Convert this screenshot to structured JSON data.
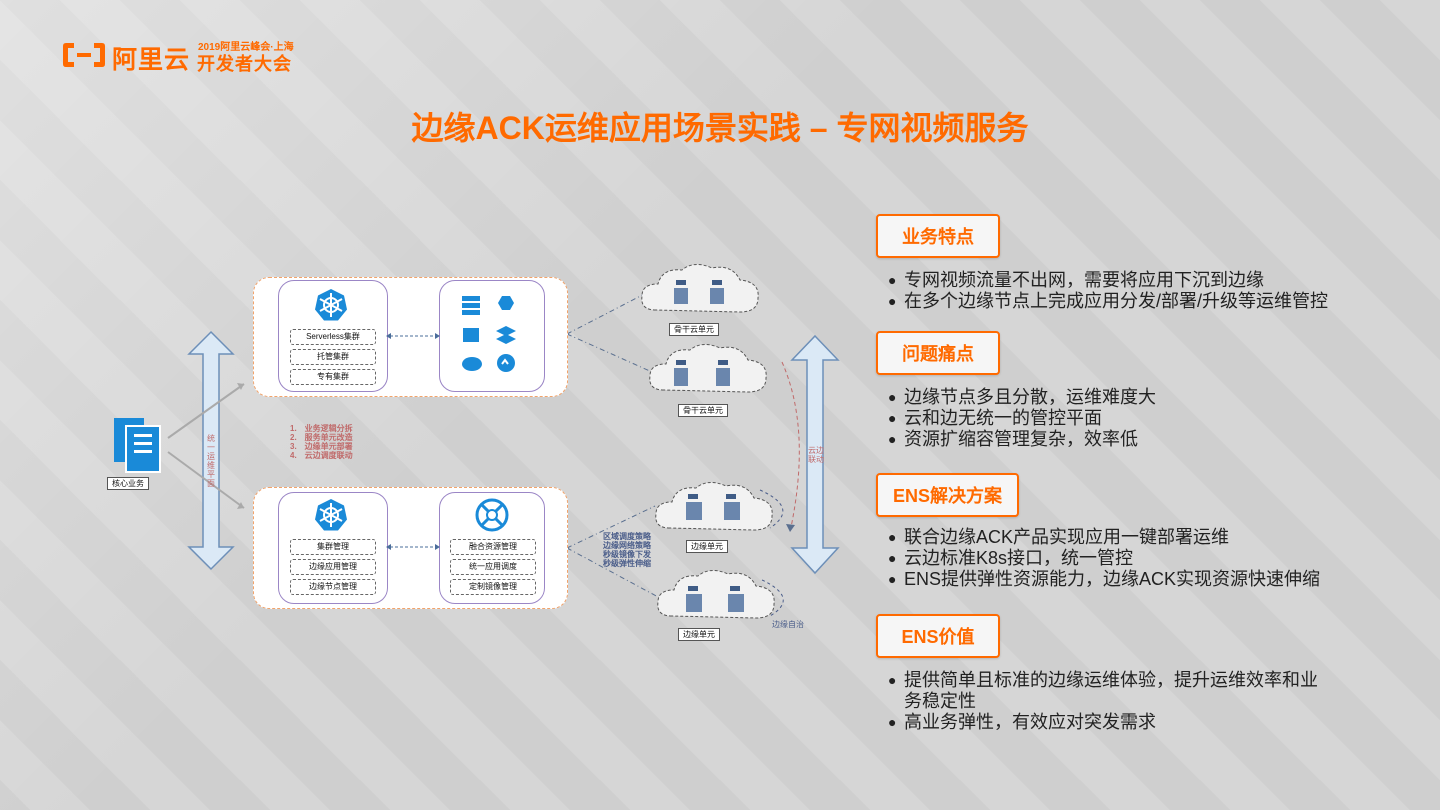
{
  "header": {
    "logo_text": "阿里云",
    "conference_sub": "2019阿里云峰会·上海",
    "conference_main": "开发者大会",
    "title": "边缘ACK运维应用场景实践 – 专网视频服务"
  },
  "sections": [
    {
      "label": "业务特点",
      "items": [
        "专网视频流量不出网，需要将应用下沉到边缘",
        "在多个边缘节点上完成应用分发/部署/升级等运维管控"
      ]
    },
    {
      "label": "问题痛点",
      "items": [
        "边缘节点多且分散，运维难度大",
        "云和边无统一的管控平面",
        "资源扩缩容管理复杂，效率低"
      ]
    },
    {
      "label": "ENS解决方案",
      "items": [
        "联合边缘ACK产品实现应用一键部署运维",
        "云边标准K8s接口，统一管控",
        "ENS提供弹性资源能力，边缘ACK实现资源快速伸缩"
      ]
    },
    {
      "label": "ENS价值",
      "items": [
        "提供简单且标准的边缘运维体验，提升运维效率和业务稳定性",
        "高业务弹性，有效应对突发需求"
      ]
    }
  ],
  "diagram": {
    "core_label": "核心业务",
    "unified_label": [
      "统一",
      "运维",
      "平面"
    ],
    "top_pills": [
      "Serverless集群",
      "托管集群",
      "专有集群"
    ],
    "bottom_left_pills": [
      "集群管理",
      "边缘应用管理",
      "边缘节点管理"
    ],
    "bottom_right_pills": [
      "融合资源管理",
      "统一应用调度",
      "定制镜像管理"
    ],
    "middle_list": [
      "1.　业务逻辑分拆",
      "2.　服务单元改造",
      "3.　边缘单元部署",
      "4.　云边调度联动"
    ],
    "policy_list": [
      "区域调度策略",
      "边缘网络策略",
      "秒级镜像下发",
      "秒级弹性伸缩"
    ],
    "backbone_label": "骨干云单元",
    "edge_label": "边缘单元",
    "cloud_edge_link": [
      "云边",
      "联动"
    ],
    "edge_autonomy": "边缘自治"
  },
  "colors": {
    "accent": "#ff6a00",
    "k8s_blue": "#1a8ad8",
    "arrow_fill": "#dbe9f6",
    "arrow_stroke": "#6d8fb8"
  }
}
